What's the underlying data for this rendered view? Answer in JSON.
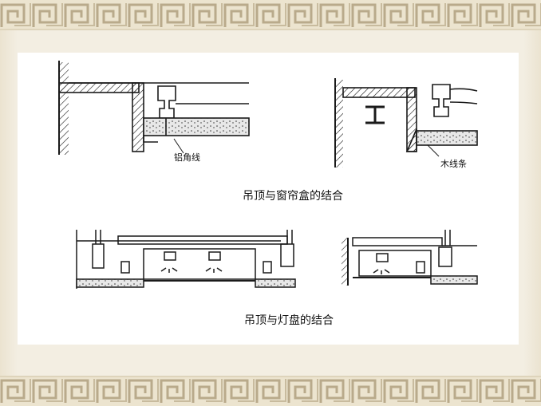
{
  "labels": {
    "aluminum_corner_line": "铝角线",
    "wood_strip": "木线条",
    "caption_curtain_box": "吊顶与窗帘盒的结合",
    "caption_light_tray": "吊顶与灯盘的结合"
  },
  "colors": {
    "slide_background": "#f3eee2",
    "border_fill": "#e9e1cc",
    "border_pattern": "#b8a98a",
    "drawing_ink": "#1a1a1a",
    "panel": "#ffffff"
  }
}
